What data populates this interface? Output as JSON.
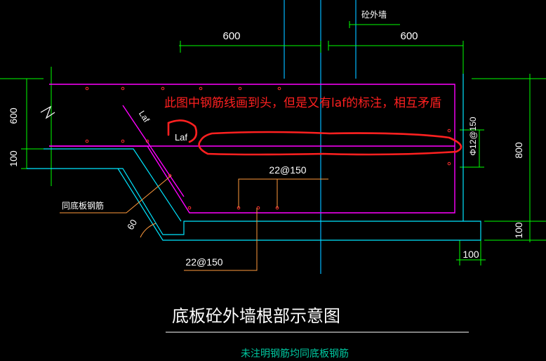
{
  "colors": {
    "background": "#000000",
    "dimension": "#00ff00",
    "slab_outline": "#00e5ff",
    "rebar": "#ff00ff",
    "wall_dim": "#00b8ff",
    "leader": "#ff9a3c",
    "annotation_red": "#ff2020",
    "title_text": "#ffffff",
    "note_text": "#00c8a0"
  },
  "dimensions": {
    "top_left": "600",
    "top_right": "600",
    "left_upper": "600",
    "left_lower": "100",
    "right_tall": "800",
    "right_bottom": "100",
    "bottom_right": "100",
    "angle": "60"
  },
  "labels": {
    "wall_tag": "砼外墙",
    "laf_diag": "Laf",
    "laf_hand": "Laf",
    "stirrup_right": "Φ12@150",
    "bar_top": "22@150",
    "bar_bottom": "22@150",
    "same_as_slab": "同底板钢筋"
  },
  "annotation": {
    "red_note": "此图中钢筋线画到头，但是又有laf的标注，相互矛盾"
  },
  "title": "底板砼外墙根部示意图",
  "footnote": "未注明钢筋均同底板钢筋"
}
